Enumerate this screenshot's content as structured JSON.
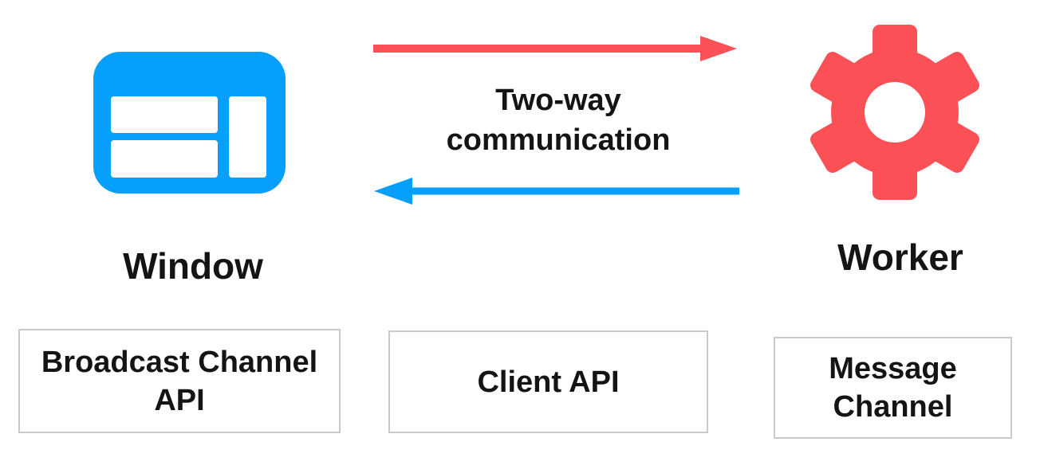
{
  "window": {
    "label": "Window"
  },
  "worker": {
    "label": "Worker"
  },
  "communication": {
    "label": "Two-way communication"
  },
  "boxes": [
    {
      "label": "Broadcast Channel API"
    },
    {
      "label": "Client API"
    },
    {
      "label": "Message Channel"
    }
  ],
  "colors": {
    "blue": "#06a0fc",
    "red": "#fb5156",
    "box_border": "#c9c9c9",
    "text": "#141414",
    "bg": "#ffffff"
  }
}
